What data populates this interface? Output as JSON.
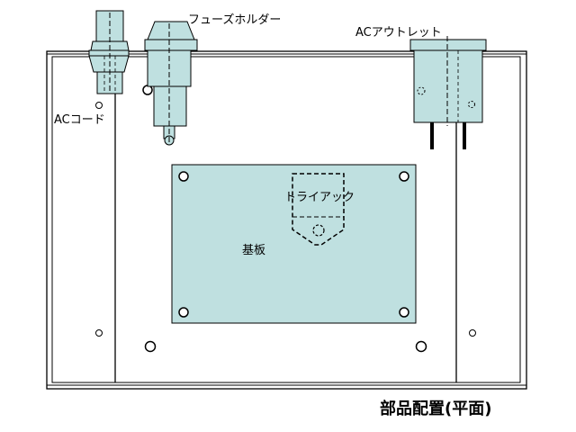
{
  "labels": {
    "fuse_holder": "フューズホルダー",
    "ac_outlet": "ACアウトレット",
    "ac_cord": "ACコード",
    "triac": "トライアック",
    "board": "基板",
    "caption": "部品配置(平面)"
  },
  "colors": {
    "component_fill": "#bfe0e0",
    "line": "#000000",
    "background": "#ffffff"
  }
}
